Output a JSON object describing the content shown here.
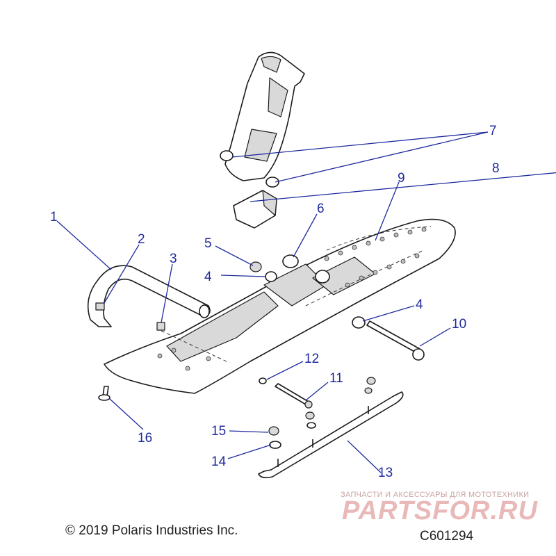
{
  "diagram": {
    "callouts": [
      {
        "id": "1",
        "label": "1"
      },
      {
        "id": "2",
        "label": "2"
      },
      {
        "id": "3",
        "label": "3"
      },
      {
        "id": "4a",
        "label": "4"
      },
      {
        "id": "4b",
        "label": "4"
      },
      {
        "id": "5",
        "label": "5"
      },
      {
        "id": "6",
        "label": "6"
      },
      {
        "id": "7",
        "label": "7"
      },
      {
        "id": "8",
        "label": "8"
      },
      {
        "id": "9",
        "label": "9"
      },
      {
        "id": "10",
        "label": "10"
      },
      {
        "id": "11",
        "label": "11"
      },
      {
        "id": "12",
        "label": "12"
      },
      {
        "id": "13",
        "label": "13"
      },
      {
        "id": "14",
        "label": "14"
      },
      {
        "id": "15",
        "label": "15"
      },
      {
        "id": "16",
        "label": "16"
      }
    ],
    "callout_color": "#1f2a9e"
  },
  "footer": {
    "copyright": "© 2019 Polaris Industries Inc.",
    "drawing_number": "C601294"
  },
  "watermark": {
    "tagline": "ЗАПЧАСТИ И АКСЕССУАРЫ ДЛЯ МОТОТЕХНИКИ",
    "brand": "PARTSFOR.RU"
  }
}
